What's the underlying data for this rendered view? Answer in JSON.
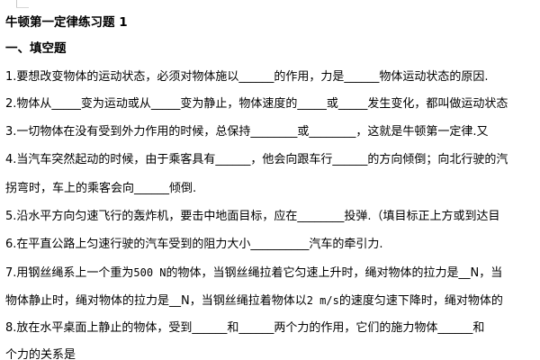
{
  "document": {
    "title": "牛顿第一定律练习题 1",
    "section": "一、填空题",
    "lines": [
      "1.要想改变物体的运动状态，必须对物体施以______的作用，力是______物体运动状态的原因.",
      "2.物体从_____变为运动或从_____变为静止，物体速度的_____或_____发生变化，都叫做运动状态",
      "3.一切物体在没有受到外力作用的时候，总保持________或________，这就是牛顿第一定律.又",
      "4.当汽车突然起动的时候，由于乘客具有______，他会向跟车行______的方向倾倒；向北行驶的汽",
      "拐弯时，车上的乘客会向______倾倒.",
      "5.沿水平方向匀速飞行的轰炸机，要击中地面目标，应在________投弹.（填目标正上方或到达目",
      "6.在平直公路上匀速行驶的汽车受到的阻力大小__________汽车的牵引力.",
      "8.放在水平桌面上静止的物体，受到______和______两个力的作用，它们的施力物体______和",
      "个力的关系是"
    ],
    "line7": {
      "part1": "7.用钢丝绳系上一个重为",
      "mono1": "500 N",
      "part2": "的物体，当钢丝绳拉着它匀速上升时，绳对物体的拉力是__N，当"
    },
    "line7b": {
      "part1": "物体静止时，绳对物体的拉力是__N，当钢丝绳拉着物体以",
      "mono1": "2 m/s",
      "part2": "的速度匀速下降时，绳对物体的"
    }
  }
}
